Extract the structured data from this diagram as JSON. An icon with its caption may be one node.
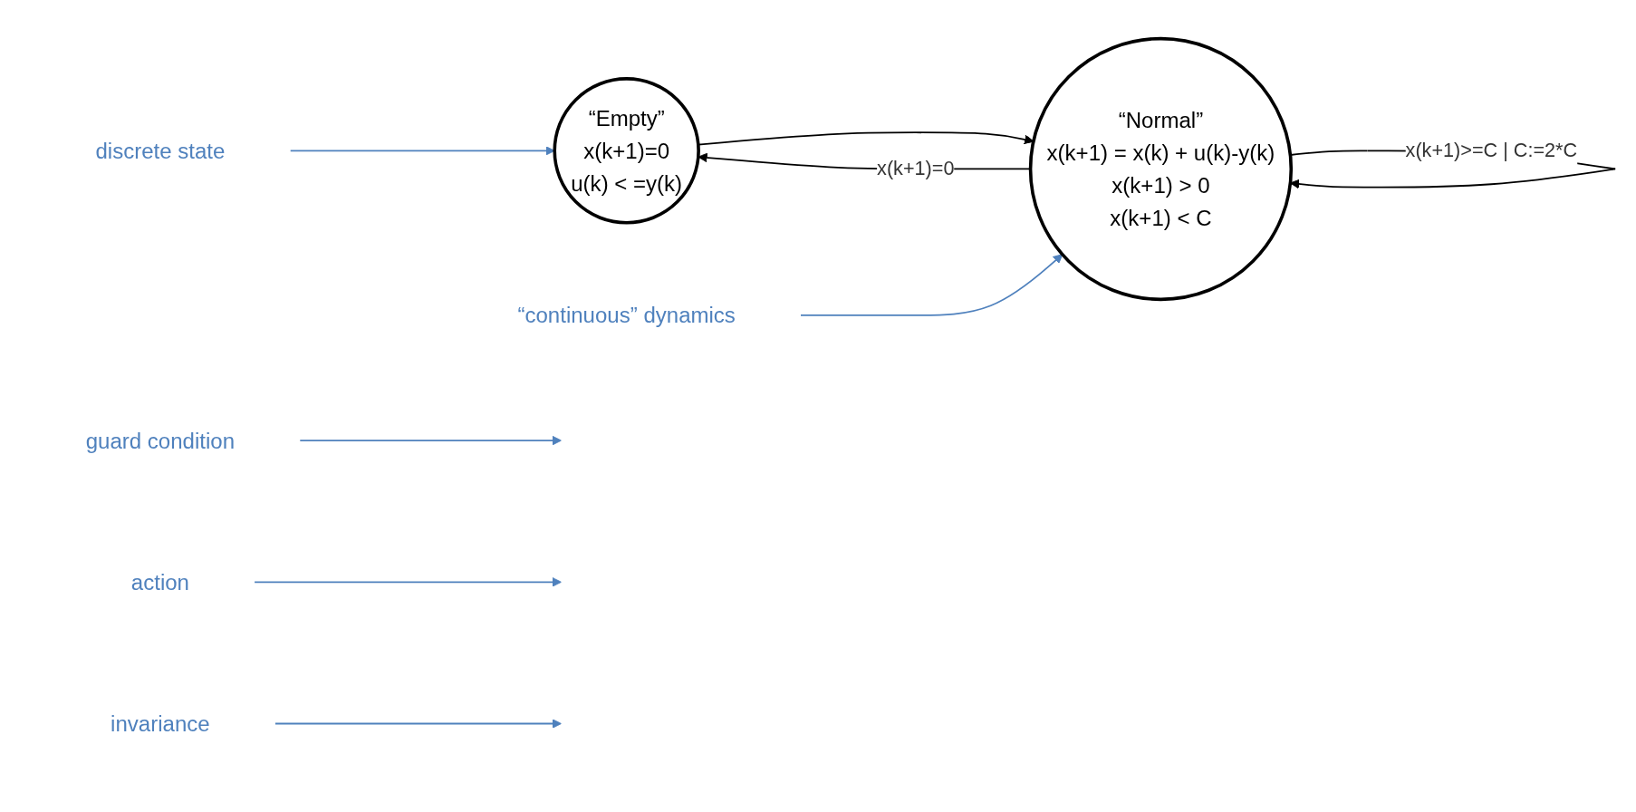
{
  "diagram": {
    "nodes": [
      {
        "text": [
          "guard condition"
        ]
      },
      {
        "text": [
          "action"
        ]
      },
      {
        "text": [
          "discrete state"
        ]
      },
      {
        "text": [
          "“Normal”",
          "x(k+1) = x(k) + u(k)-y(k)",
          "x(k+1) > 0",
          "x(k+1) < C"
        ]
      },
      {
        "text": [
          "“Empty”",
          "x(k+1)=0",
          "u(k) < =y(k)"
        ]
      },
      {
        "text": [
          "invariance"
        ]
      },
      {
        "text": [
          "“continuous” dynamics"
        ]
      }
    ],
    "edges": [
      {
        "from": 3,
        "to": 3,
        "label": "x(k+1)>=C | C:=2*C",
        "arrow": "to",
        "color": "#000000"
      },
      {
        "from": 3,
        "to": 4,
        "label": "x(k+1)=0",
        "arrow": "to",
        "color": "#000000"
      },
      {
        "from": 4,
        "to": 3,
        "arrow": "to",
        "color": "#000000"
      },
      {
        "from": 0,
        "to": null,
        "arrow": "to",
        "color": "#4f81bd"
      },
      {
        "from": 1,
        "to": null,
        "arrow": "to",
        "color": "#4f81bd"
      },
      {
        "from": 2,
        "to": 4,
        "arrow": "to",
        "color": "#4f81bd"
      },
      {
        "from": 5,
        "to": null,
        "arrow": "to",
        "color": "#4f81bd"
      },
      {
        "from": 6,
        "to": 3,
        "arrow": "to",
        "color": "#4f81bd"
      }
    ]
  }
}
